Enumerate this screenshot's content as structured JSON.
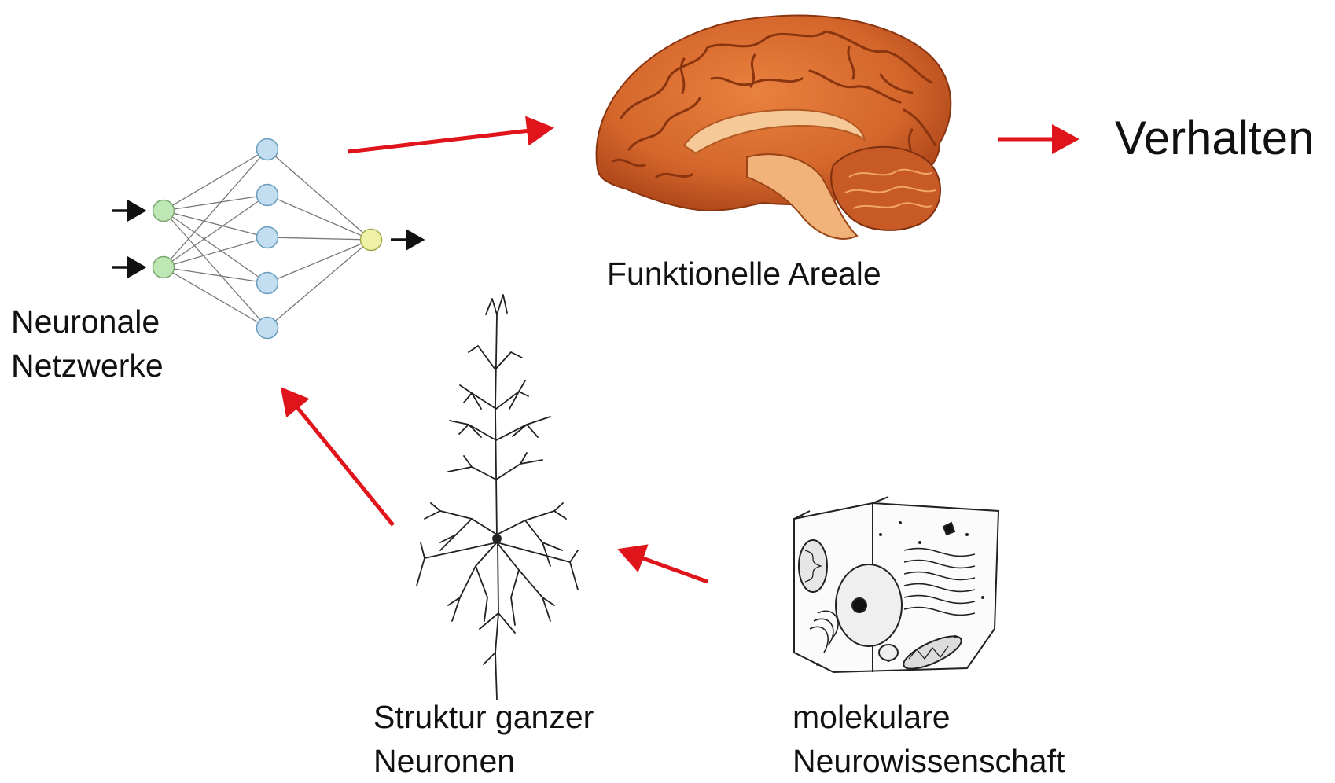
{
  "diagram": {
    "stages": {
      "neural_networks": {
        "line1": "Neuronale",
        "line2": "Netzwerke",
        "icon": "neural-network-icon"
      },
      "functional_areas": {
        "label": "Funktionelle Areale",
        "icon": "brain-sagittal-icon"
      },
      "behavior": {
        "label": "Verhalten"
      },
      "neuron_structure": {
        "line1": "Struktur ganzer",
        "line2": "Neuronen",
        "icon": "pyramidal-neuron-icon"
      },
      "molecular": {
        "line1": "molekulare",
        "line2": "Neurowissenschaft",
        "icon": "cell-organelles-icon"
      }
    },
    "colors": {
      "arrow": "#e0141b",
      "input_node": "#bfe6b5",
      "hidden_node": "#c3def0",
      "output_node": "#eff2a6",
      "brain": "#d4662b",
      "brain_dark": "#8a3410",
      "brain_light": "#f6c999",
      "line": "#222222"
    }
  }
}
